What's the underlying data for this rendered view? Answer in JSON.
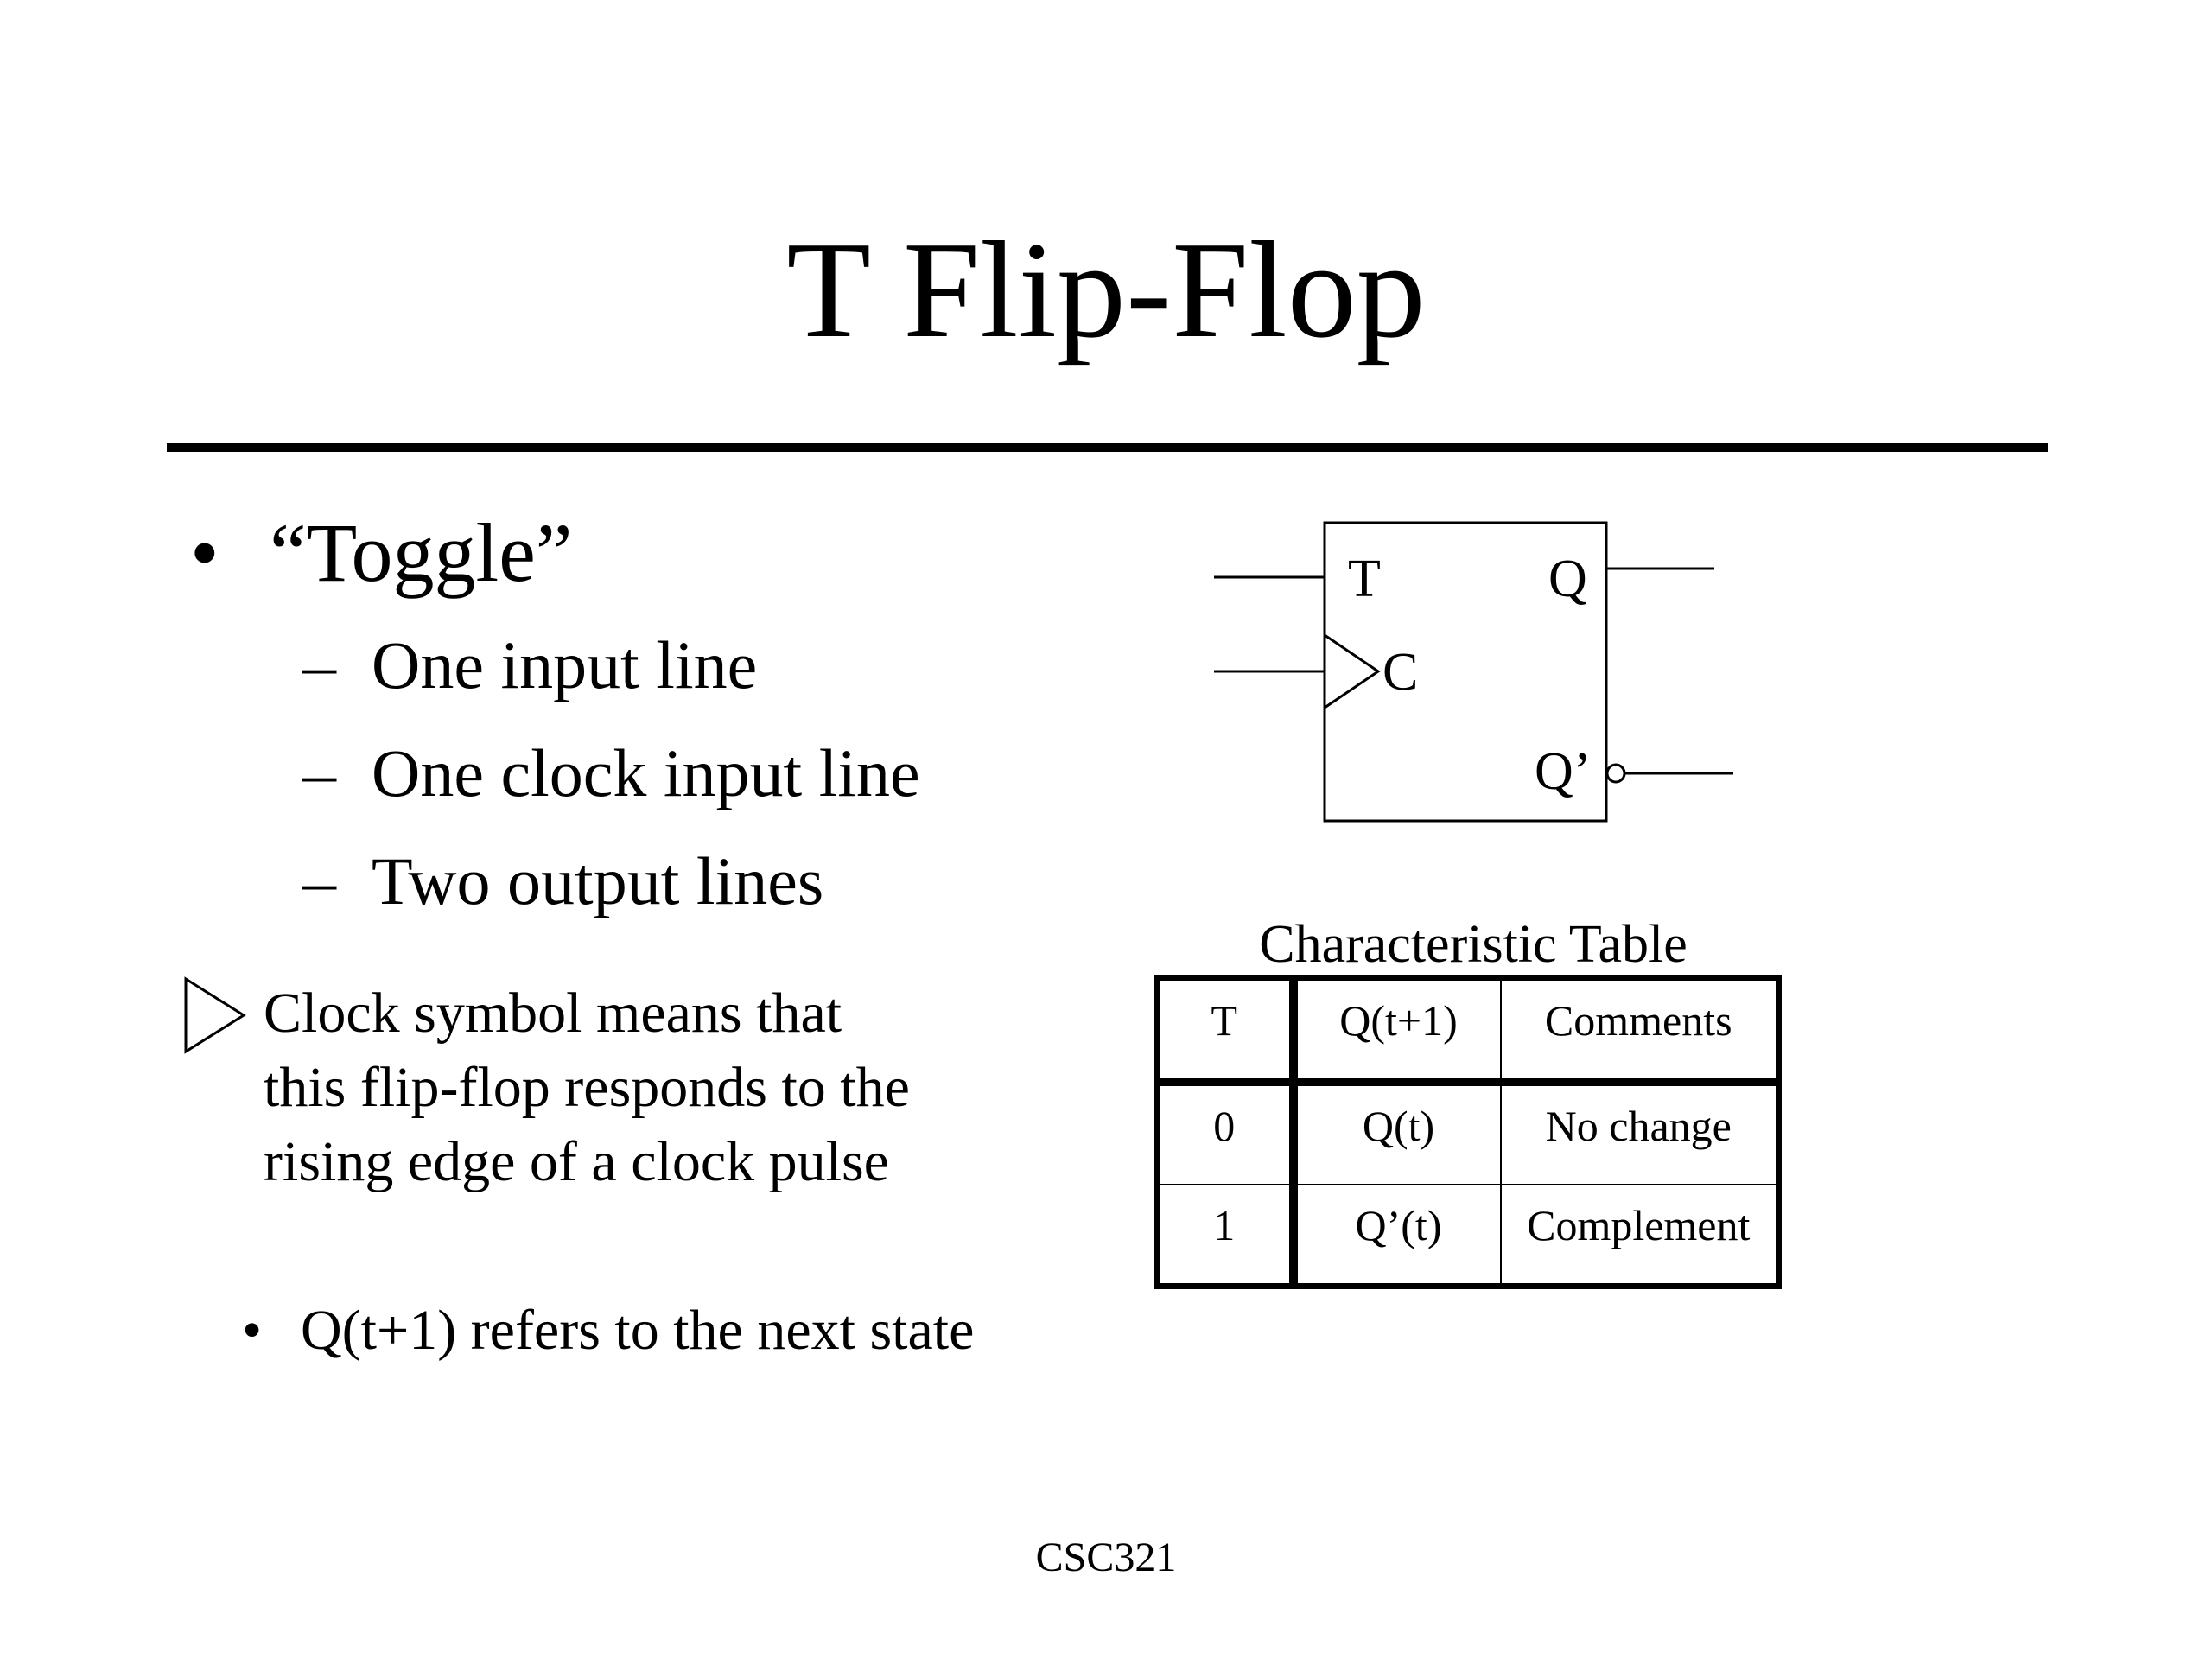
{
  "slide": {
    "title": "T Flip-Flop",
    "footer": "CSC321"
  },
  "bullets": {
    "main": {
      "marker": "•",
      "text": "“Toggle”",
      "subitems": [
        {
          "marker": "–",
          "text": "One input line"
        },
        {
          "marker": "–",
          "text": "One clock input line"
        },
        {
          "marker": "–",
          "text": "Two output lines"
        }
      ]
    },
    "clock_note": {
      "icon": "clock-triangle-icon",
      "lines": [
        "Clock symbol means that",
        "this flip-flop responds to the",
        "rising edge of a clock pulse"
      ]
    },
    "next_state": {
      "marker": "•",
      "text": "Q(t+1) refers to the next state"
    }
  },
  "diagram": {
    "labels": {
      "t_input": "T",
      "clock_input": "C",
      "q_output": "Q",
      "q_not_output": "Q’"
    }
  },
  "table": {
    "caption": "Characteristic Table",
    "headers": [
      "T",
      "Q(t+1)",
      "Comments"
    ],
    "rows": [
      [
        "0",
        "Q(t)",
        "No change"
      ],
      [
        "1",
        "Q’(t)",
        "Complement"
      ]
    ]
  }
}
